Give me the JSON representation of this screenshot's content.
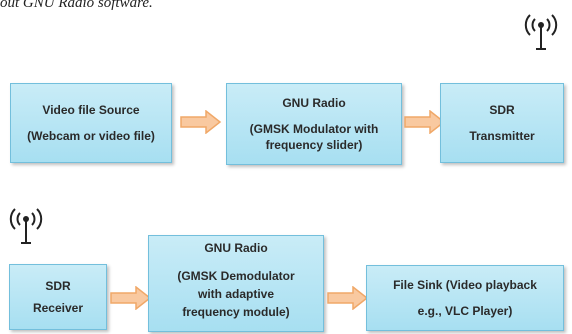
{
  "intro_text": "out GNU Radio software.",
  "transmit_chain": {
    "source": {
      "title": "Video file Source",
      "detail": "(Webcam or video file)"
    },
    "processor": {
      "title": "GNU Radio",
      "detail_1": "(GMSK Modulator with",
      "detail_2": "frequency slider)"
    },
    "sink": {
      "title": "SDR",
      "detail": "Transmitter"
    }
  },
  "receive_chain": {
    "source": {
      "title": "SDR",
      "detail": "Receiver"
    },
    "processor": {
      "title": "GNU Radio",
      "detail_1": "(GMSK Demodulator",
      "detail_2": "with adaptive",
      "detail_3": "frequency module)"
    },
    "sink": {
      "title": "File Sink (Video playback",
      "detail": "e.g., VLC Player)"
    }
  },
  "icons": {
    "transmit_antenna": "radio-antenna-icon",
    "receive_antenna": "radio-antenna-icon",
    "arrow": "right-arrow-icon"
  },
  "colors": {
    "box_fill": "#b5e4f4",
    "box_border": "#73bfdc",
    "arrow_fill": "#f9c9a0",
    "arrow_stroke": "#f0a868"
  }
}
